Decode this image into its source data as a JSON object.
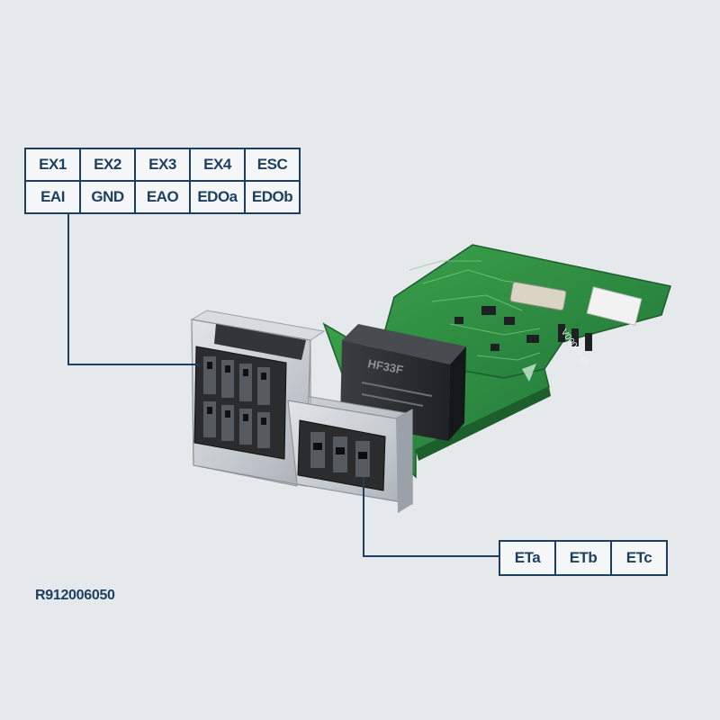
{
  "top_table": {
    "rows": [
      [
        "EX1",
        "EX2",
        "EX3",
        "EX4",
        "ESC"
      ],
      [
        "EAI",
        "GND",
        "EAO",
        "EDOa",
        "EDOb"
      ]
    ]
  },
  "bottom_table": {
    "cells": [
      "ETa",
      "ETb",
      "ETc"
    ]
  },
  "relay": {
    "marking": "HF33F"
  },
  "pcb": {
    "serial_marking": "V000024A"
  },
  "part_number": "R912006050",
  "colors": {
    "background": "#e6e9ec",
    "label_ink": "#1d3f5f",
    "pcb_green": "#2f8f3e",
    "relay_body": "#2b2e31",
    "bracket_metal": "#c9ced3"
  }
}
